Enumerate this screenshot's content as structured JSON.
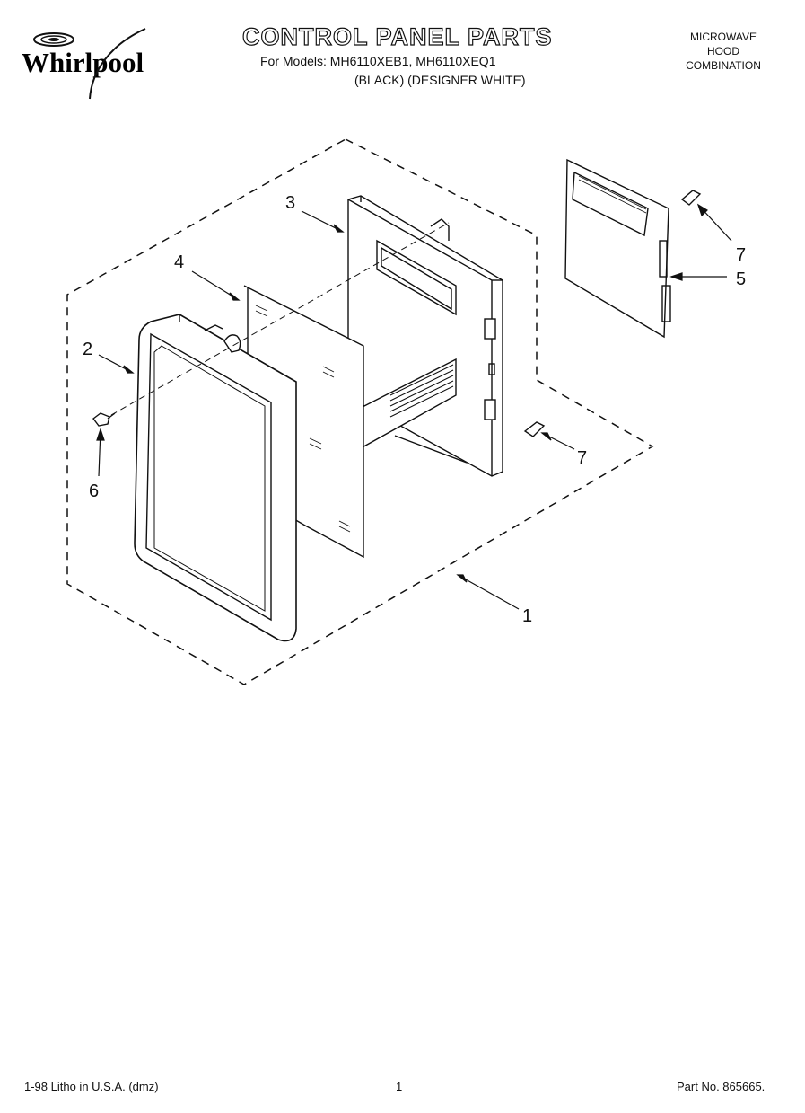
{
  "header": {
    "brand": "Whirlpool",
    "title": "CONTROL PANEL PARTS",
    "models_line": "For Models: MH6110XEB1, MH6110XEQ1",
    "finishes_line": "(BLACK)  (DESIGNER WHITE)",
    "product_lines": [
      "MICROWAVE",
      "HOOD",
      "COMBINATION"
    ]
  },
  "callouts": {
    "c1": "1",
    "c2": "2",
    "c3": "3",
    "c4": "4",
    "c5": "5",
    "c6": "6",
    "c7a": "7",
    "c7b": "7"
  },
  "footer": {
    "print_info": "1-98 Litho in U.S.A. (dmz)",
    "page": "1",
    "part_number": "Part No. 865665."
  }
}
